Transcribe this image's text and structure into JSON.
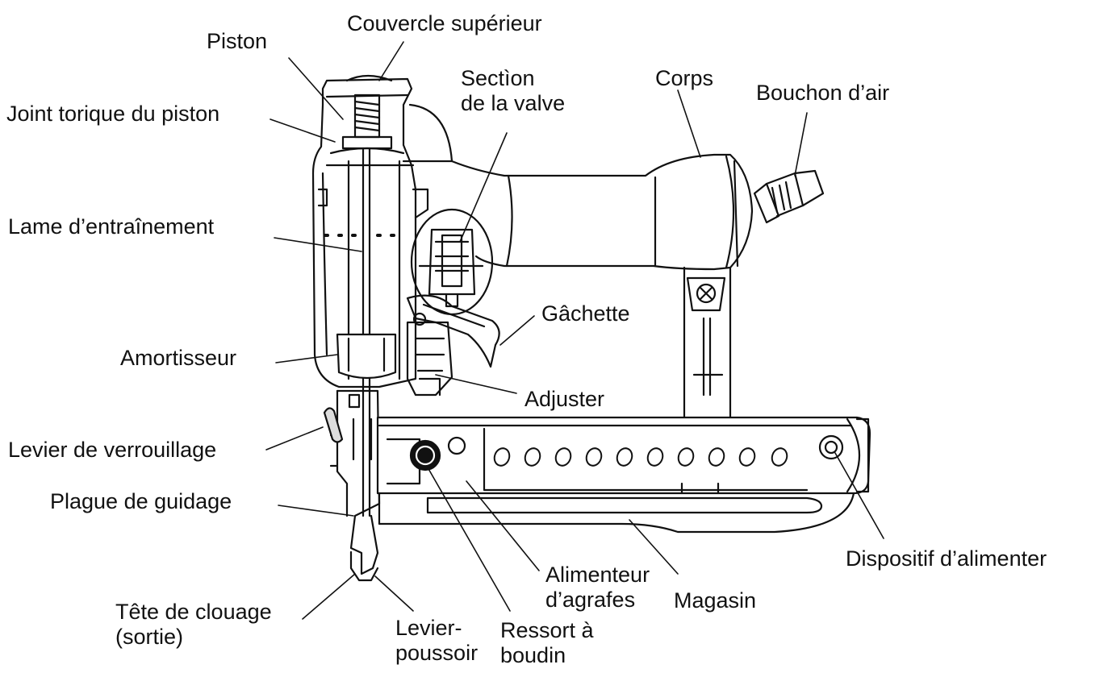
{
  "diagram": {
    "colors": {
      "ink": "#111111",
      "fill": "#ffffff",
      "shade": "#dddddd"
    },
    "labels": {
      "couvercle": "Couvercle supérieur",
      "piston": "Piston",
      "section_1": "Sectìon",
      "section_2": "de la valve",
      "corps": "Corps",
      "bouchon": "Bouchon d’air",
      "joint": "Joint torique du piston",
      "lame": "Lame d’entraînement",
      "gachette": "Gâchette",
      "amortisseur": "Amortisseur",
      "adjuster": "Adjuster",
      "levier_verrouillage": "Levier de verrouillage",
      "plague": "Plague de guidage",
      "dispositif": "Dispositif d’alimenter",
      "alimenteur_1": "Alimenteur",
      "alimenteur_2": "d’agrafes",
      "magasin": "Magasin",
      "tete_1": "Tête de clouage",
      "tete_2": "(sortie)",
      "levier_1": "Levier-",
      "levier_2": "poussoir",
      "ressort_1": "Ressort à",
      "ressort_2": "boudin"
    }
  }
}
